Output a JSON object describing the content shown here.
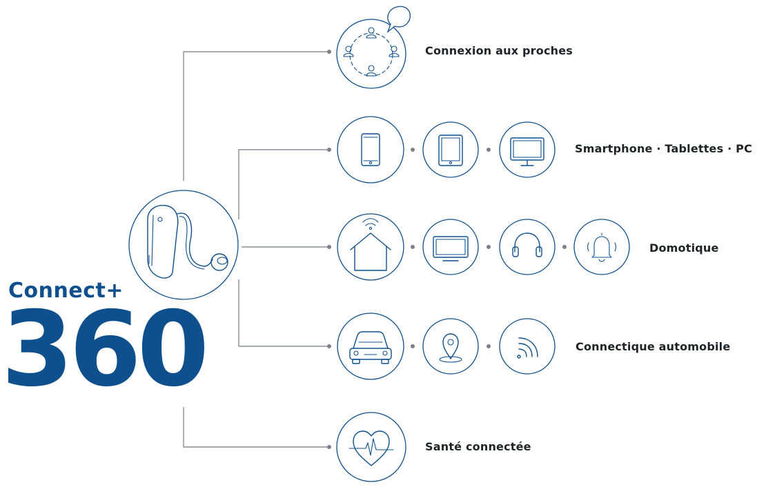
{
  "brand": {
    "line1": "Connect+",
    "line2": "360"
  },
  "categories": [
    {
      "label": "Connexion aux proches",
      "icons": [
        "people-network-icon"
      ]
    },
    {
      "label": "Smartphone · Tablettes · PC",
      "icons": [
        "smartphone-icon",
        "tablet-icon",
        "computer-monitor-icon"
      ]
    },
    {
      "label": "Domotique",
      "icons": [
        "smart-home-icon",
        "television-icon",
        "headphones-icon",
        "doorbell-icon"
      ]
    },
    {
      "label": "Connectique automobile",
      "icons": [
        "car-icon",
        "location-pin-icon",
        "wireless-signal-icon"
      ]
    },
    {
      "label": "Santé connectée",
      "icons": [
        "heart-pulse-icon"
      ]
    }
  ],
  "hub": {
    "icon": "hearing-aid-icon"
  },
  "colors": {
    "brand_blue": "#0e4f8d",
    "connector_grey": "#8a8d94",
    "label_text": "#1f2227"
  }
}
